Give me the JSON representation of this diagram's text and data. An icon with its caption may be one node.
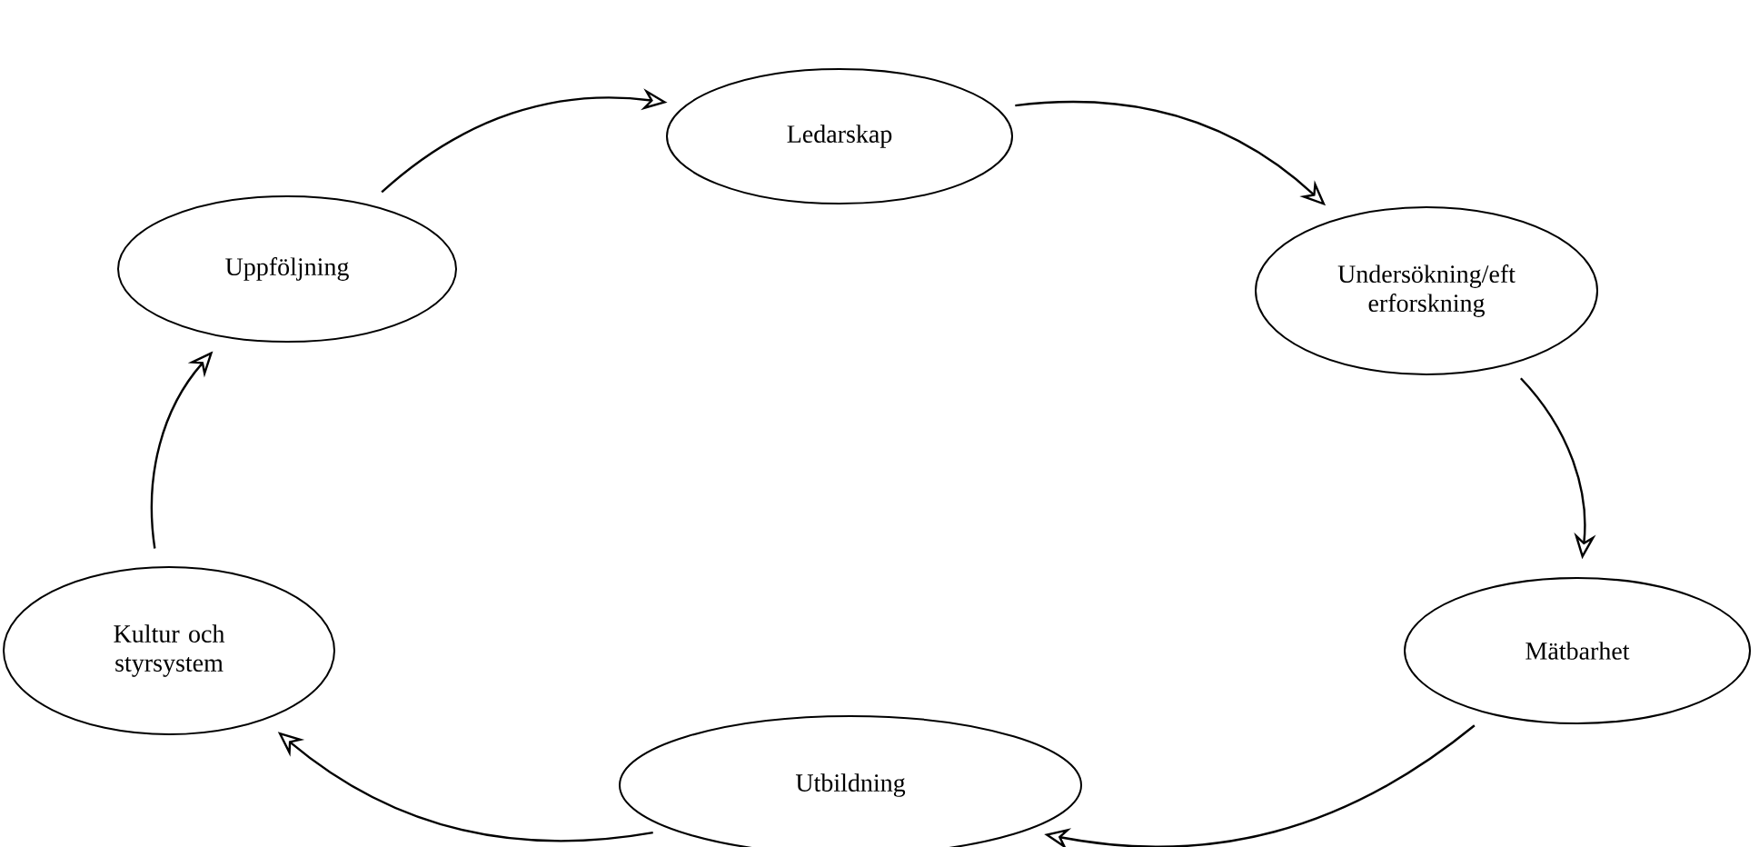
{
  "diagram": {
    "nodes": [
      {
        "text": [
          "Ledarskap"
        ]
      },
      {
        "text": [
          "Undersökning/eft erforskning"
        ]
      },
      {
        "text": [
          "Mätbarhet"
        ]
      },
      {
        "text": [
          "Utbildning"
        ]
      },
      {
        "text": [
          "Kultur och styrsystem"
        ]
      },
      {
        "text": [
          "Uppföljning"
        ]
      }
    ],
    "edges": [
      {
        "from": 0,
        "to": 1,
        "arrow": "to"
      },
      {
        "from": 1,
        "to": 2,
        "arrow": "to"
      },
      {
        "from": 2,
        "to": 3,
        "arrow": "to"
      },
      {
        "from": 3,
        "to": 4,
        "arrow": "to"
      },
      {
        "from": 4,
        "to": 5,
        "arrow": "to"
      },
      {
        "from": 5,
        "to": 0,
        "arrow": "to"
      }
    ]
  }
}
